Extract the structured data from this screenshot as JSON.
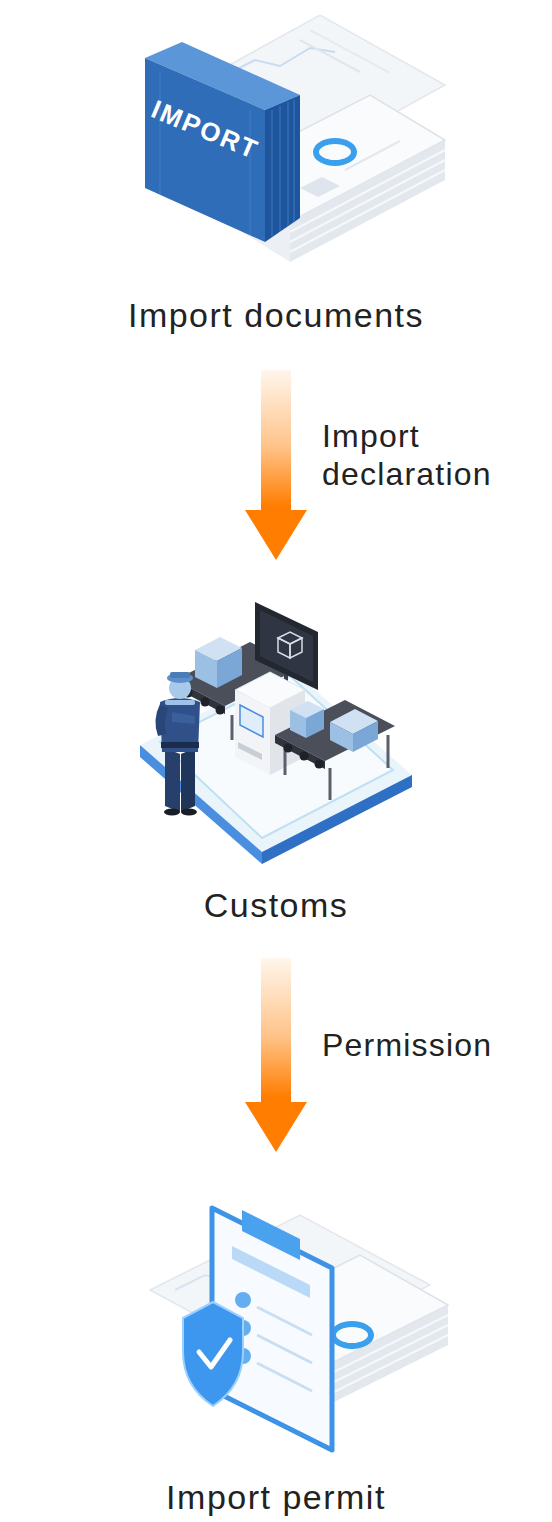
{
  "diagram": {
    "nodes": [
      {
        "text": [
          "Import documents"
        ]
      },
      {
        "text": [
          "Customs"
        ]
      },
      {
        "text": [
          "Import permit"
        ]
      }
    ],
    "edges": [
      {
        "from": 0,
        "to": 1,
        "arrow": "to",
        "label": "Import declaration"
      },
      {
        "from": 1,
        "to": 2,
        "arrow": "to",
        "label": "Permission"
      }
    ],
    "labels": [
      "IMPORT"
    ]
  }
}
